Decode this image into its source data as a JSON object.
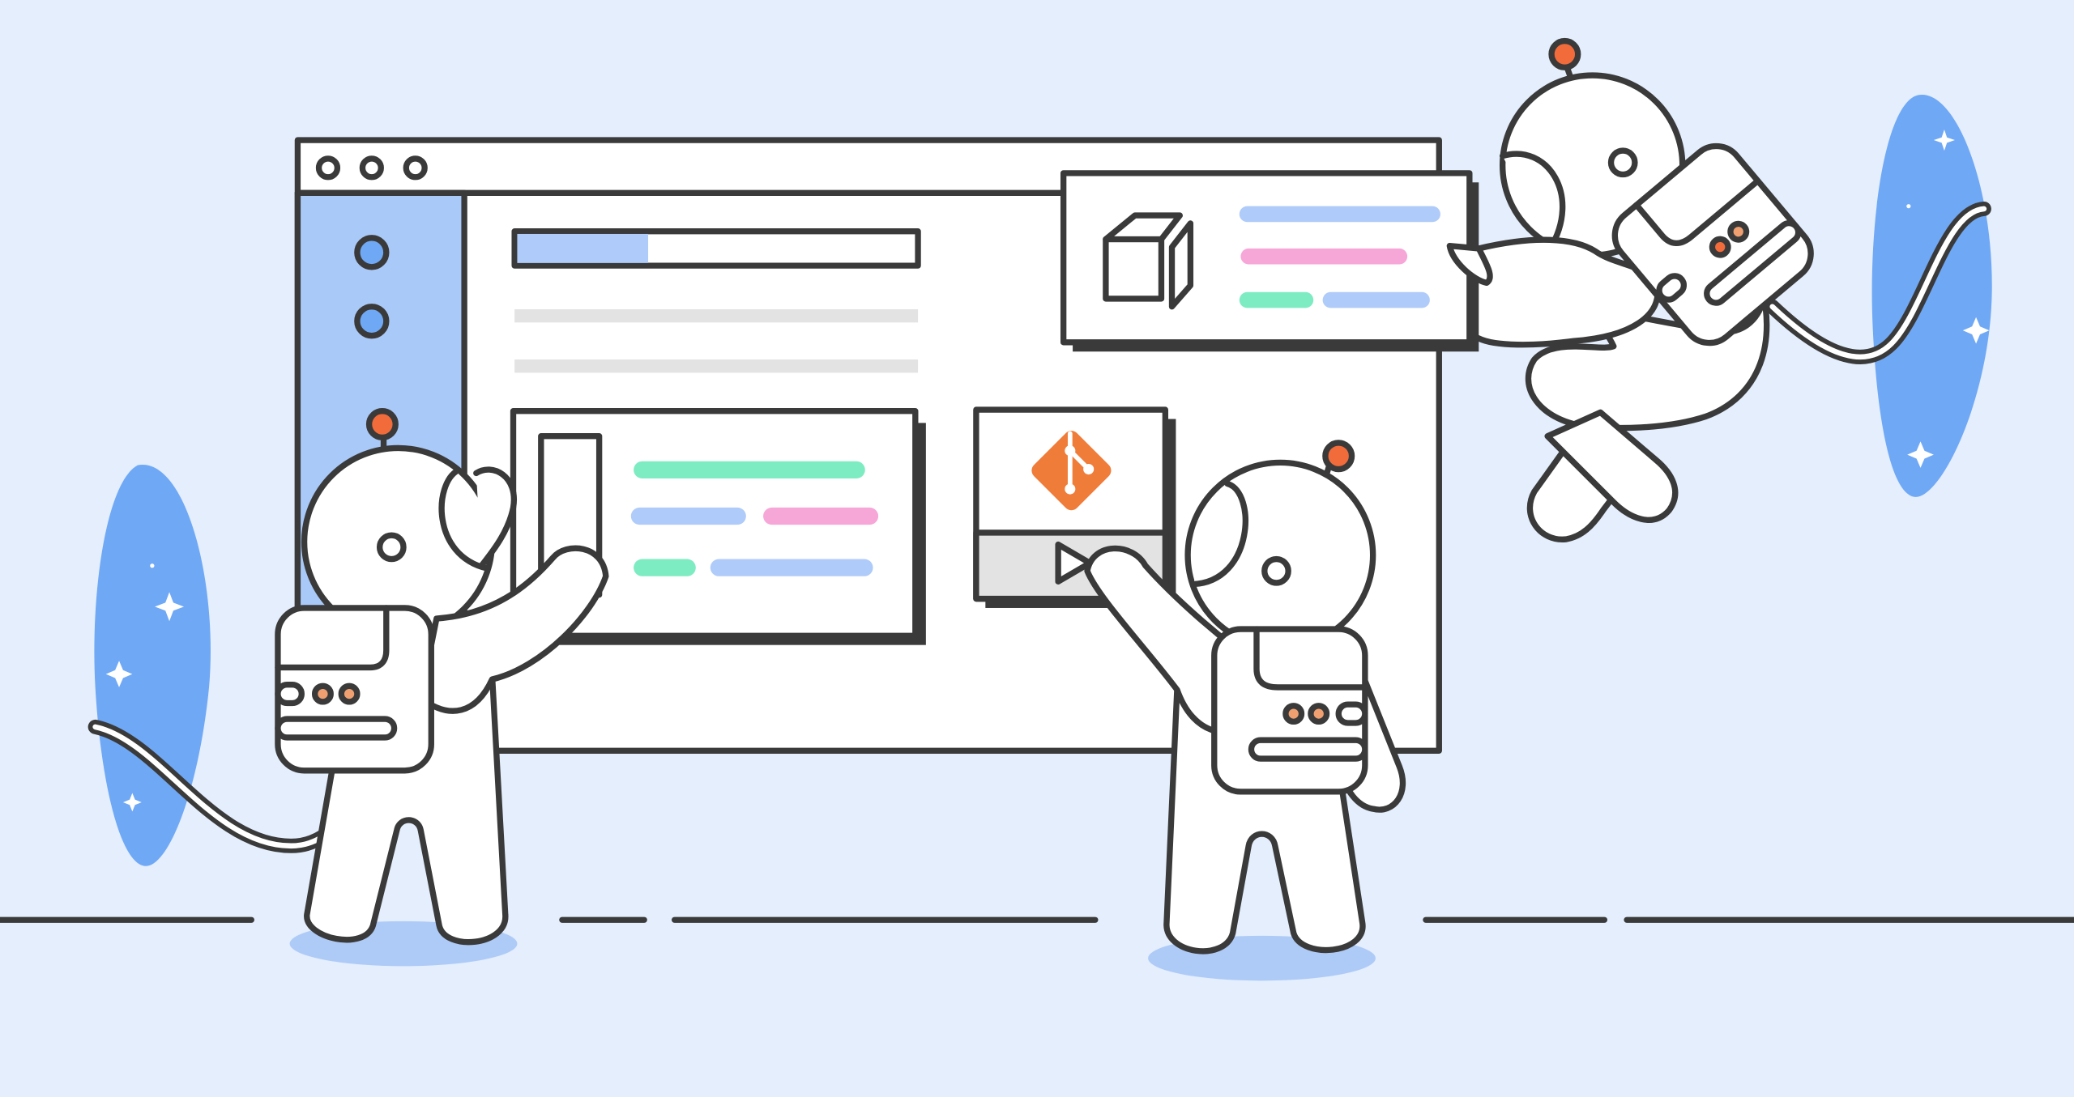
{
  "colors": {
    "background": "#e4eefd",
    "ink": "#3a3a3a",
    "portal_blue": "#6fa8f5",
    "sidebar_blue": "#a9c9f8",
    "bar_blue": "#afcbf9",
    "bar_pink": "#f7a6d8",
    "bar_green": "#7eecc3",
    "bar_gray": "#e3e3e3",
    "antenna_orange": "#f26b3a",
    "button_orange": "#f0a070",
    "git_orange": "#f07c3a",
    "shadow_blue": "#aecbf7"
  },
  "icons": {
    "window_controls": "window-dots-icon",
    "cube": "cube-icon",
    "git": "git-logo-icon",
    "play": "play-icon",
    "sparkle": "sparkle-icon"
  },
  "illustration": {
    "robots": [
      "robot-left",
      "robot-middle",
      "robot-flying"
    ],
    "cards": [
      "component-card",
      "text-card",
      "git-video-card"
    ]
  }
}
